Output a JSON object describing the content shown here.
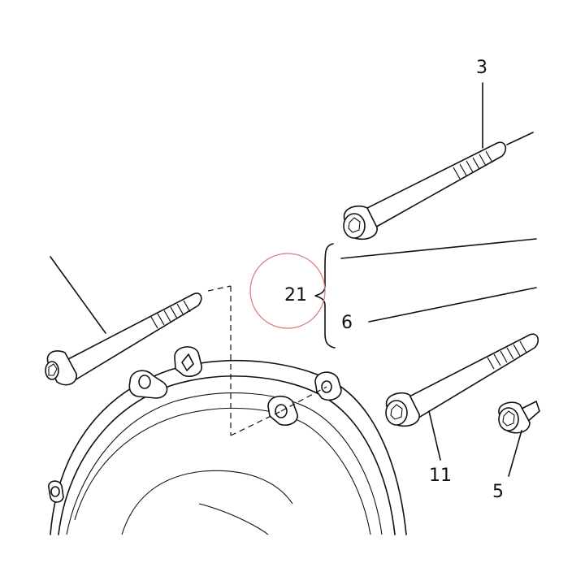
{
  "callouts": {
    "part_3": "3",
    "part_21": "21",
    "part_6": "6",
    "part_11": "11",
    "part_5": "5"
  },
  "colors": {
    "line": "#111111",
    "highlight_circle": "#d9777a",
    "background": "#ffffff"
  }
}
